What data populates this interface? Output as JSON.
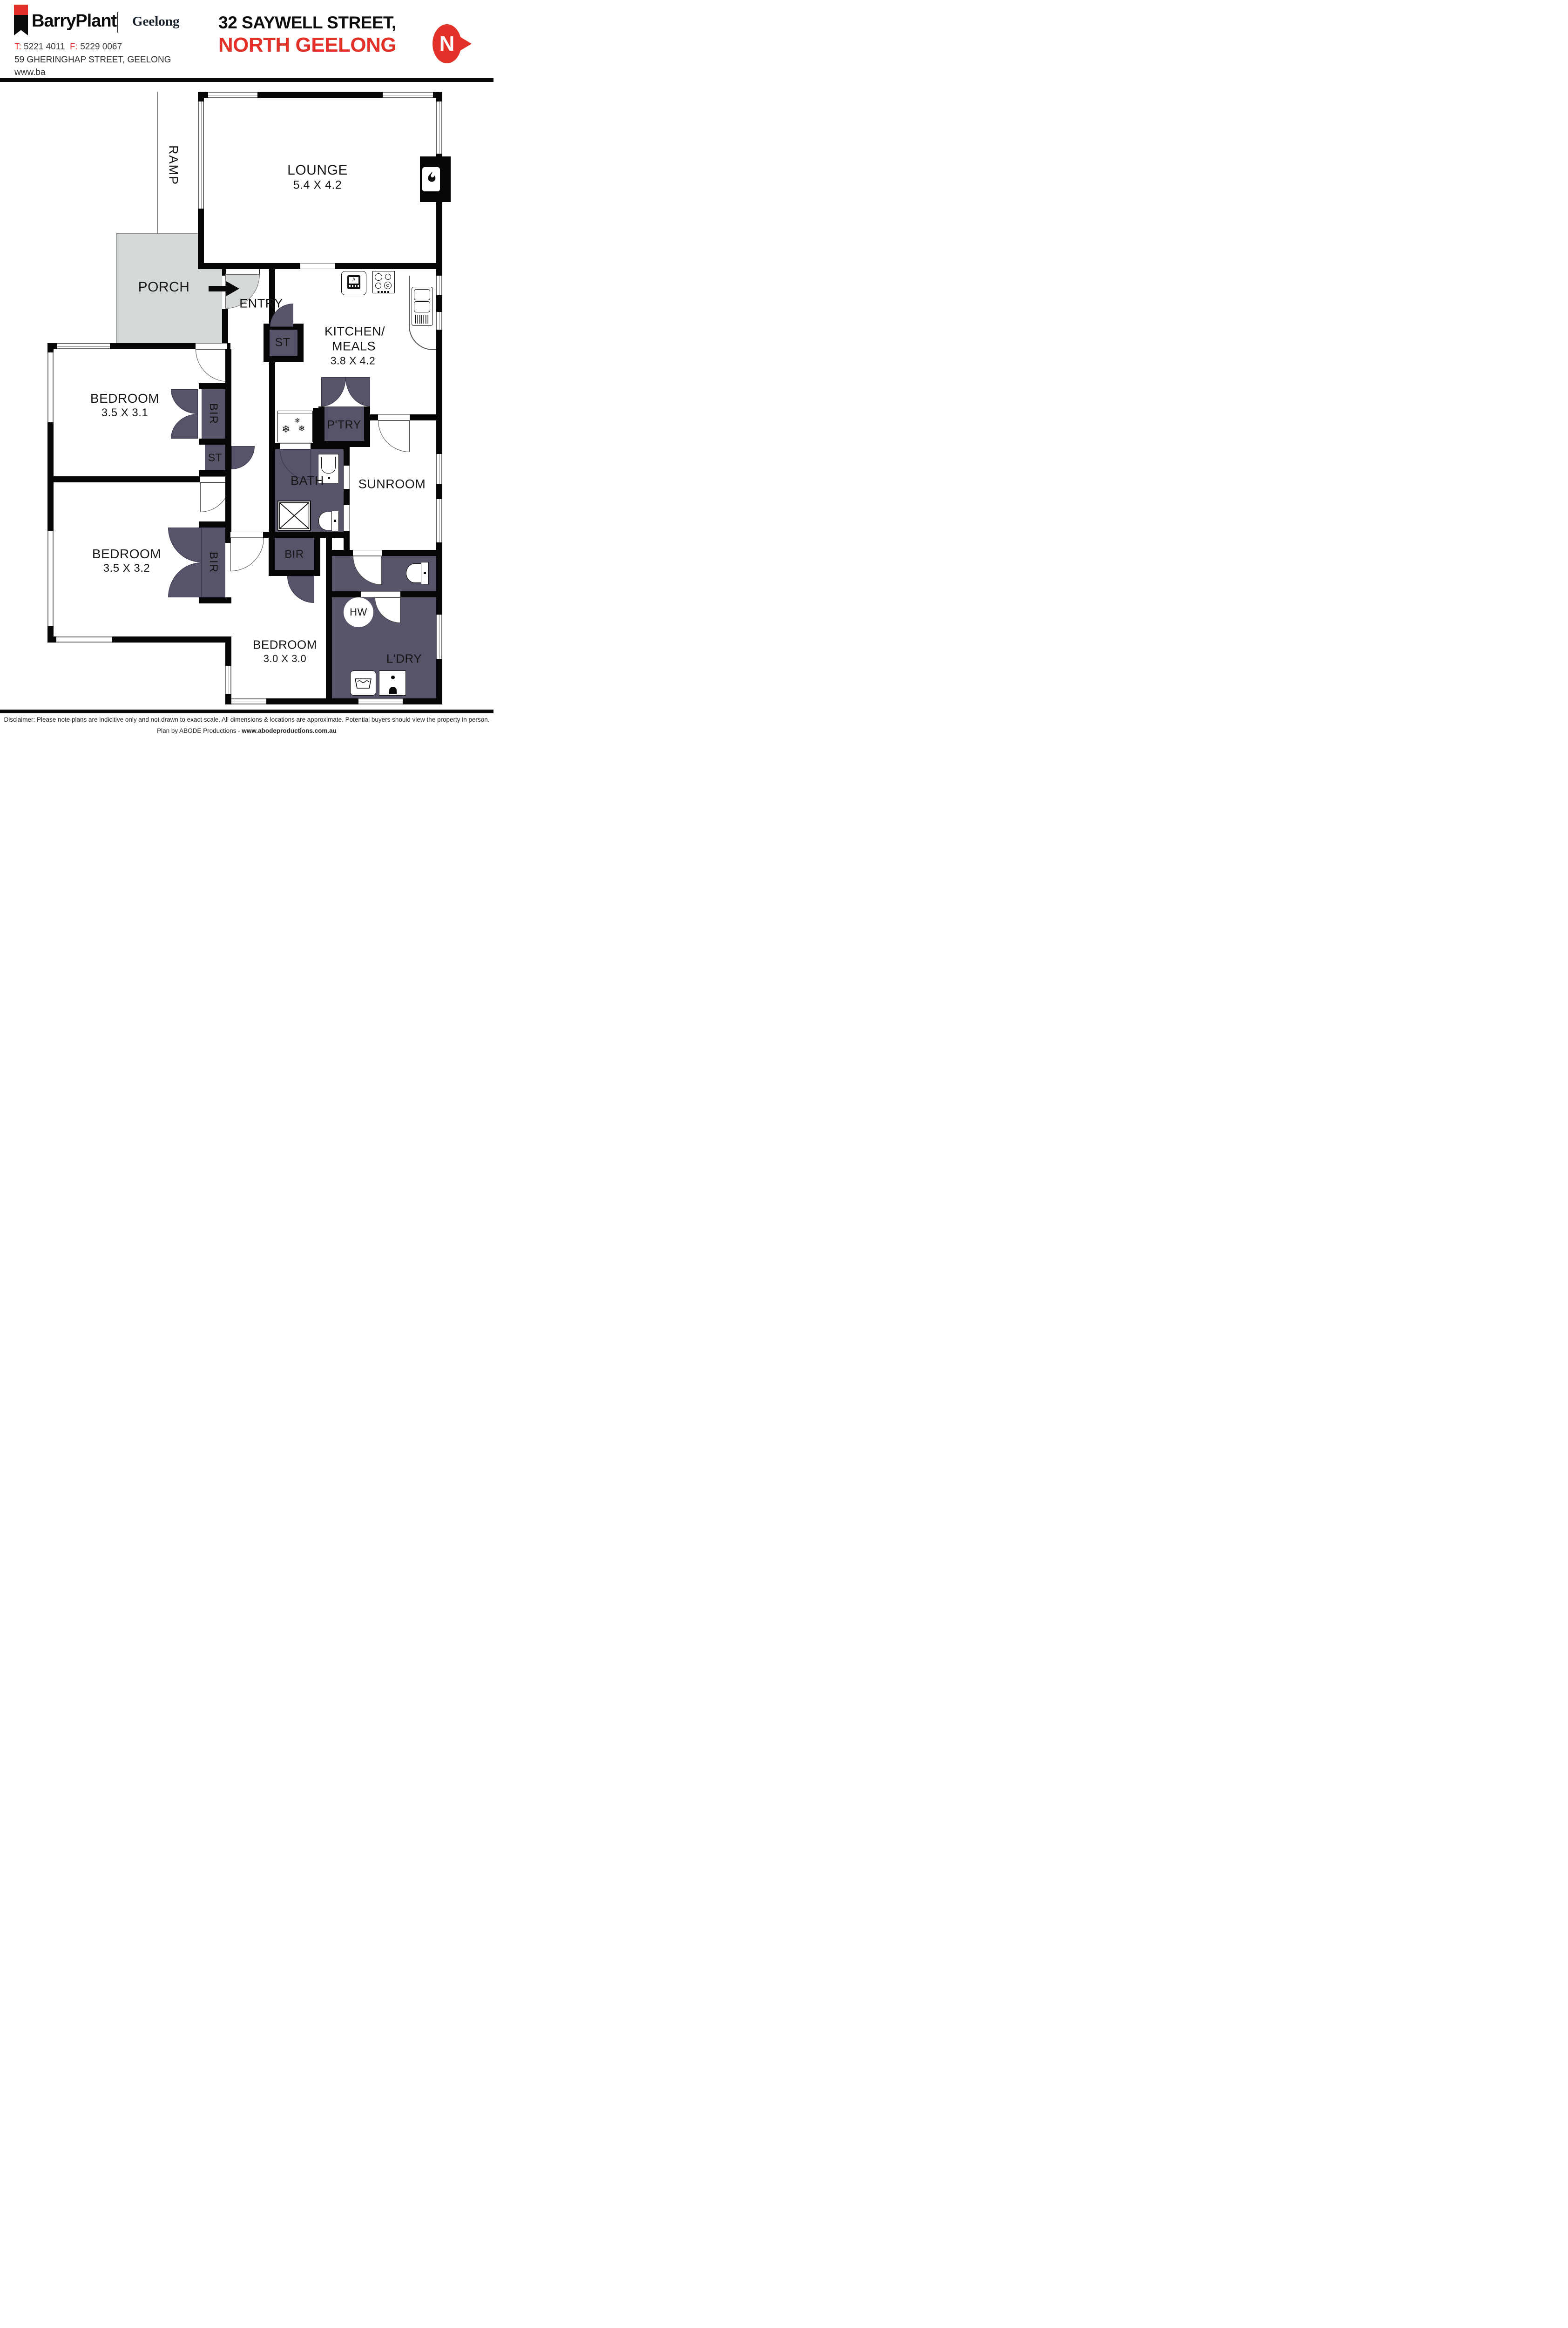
{
  "header": {
    "brand": "BarryPlant",
    "office": "Geelong",
    "phone_label": "T:",
    "phone": " 5221 4011  ",
    "fax_label": "F:",
    "fax": " 5229 0067",
    "address": "59 GHERINGHAP STREET, GEELONG",
    "website": "www.ba"
  },
  "title": {
    "line1": "32 SAYWELL STREET,",
    "line2": "NORTH GEELONG",
    "north": "N"
  },
  "plan": {
    "ramp": "RAMP",
    "lounge": "LOUNGE",
    "lounge_dims": "5.4 X 4.2",
    "porch": "PORCH",
    "entry": "ENTRY",
    "st1": "ST",
    "st2": "ST",
    "kitchen_line1": "KITCHEN/",
    "kitchen_line2": "MEALS",
    "kitchen_dims": "3.8 X 4.2",
    "bedroom1": "BEDROOM",
    "bedroom1_dims": "3.5 X 3.1",
    "bedroom2": "BEDROOM",
    "bedroom2_dims": "3.5 X 3.2",
    "bedroom3": "BEDROOM",
    "bedroom3_dims": "3.0 X 3.0",
    "bir1": "BIR",
    "bir2": "BIR",
    "bir3": "BIR",
    "ptry": "P'TRY",
    "bath": "BATH",
    "sunroom": "SUNROOM",
    "hw": "HW",
    "ldry": "L'DRY"
  },
  "icons": {
    "snowflake": "❄"
  },
  "footer": {
    "disclaimer": "Disclaimer: Please note plans are indicitive only and not drawn to exact scale. All dimensions & locations are approximate. Potential buyers should view the property in person.",
    "plan_by": "Plan by ABODE Productions - ",
    "url": "www.abodeproductions.com.au"
  },
  "colors": {
    "red": "#e23128",
    "navy": "#555468",
    "porch_gray": "#d5d8d8"
  }
}
